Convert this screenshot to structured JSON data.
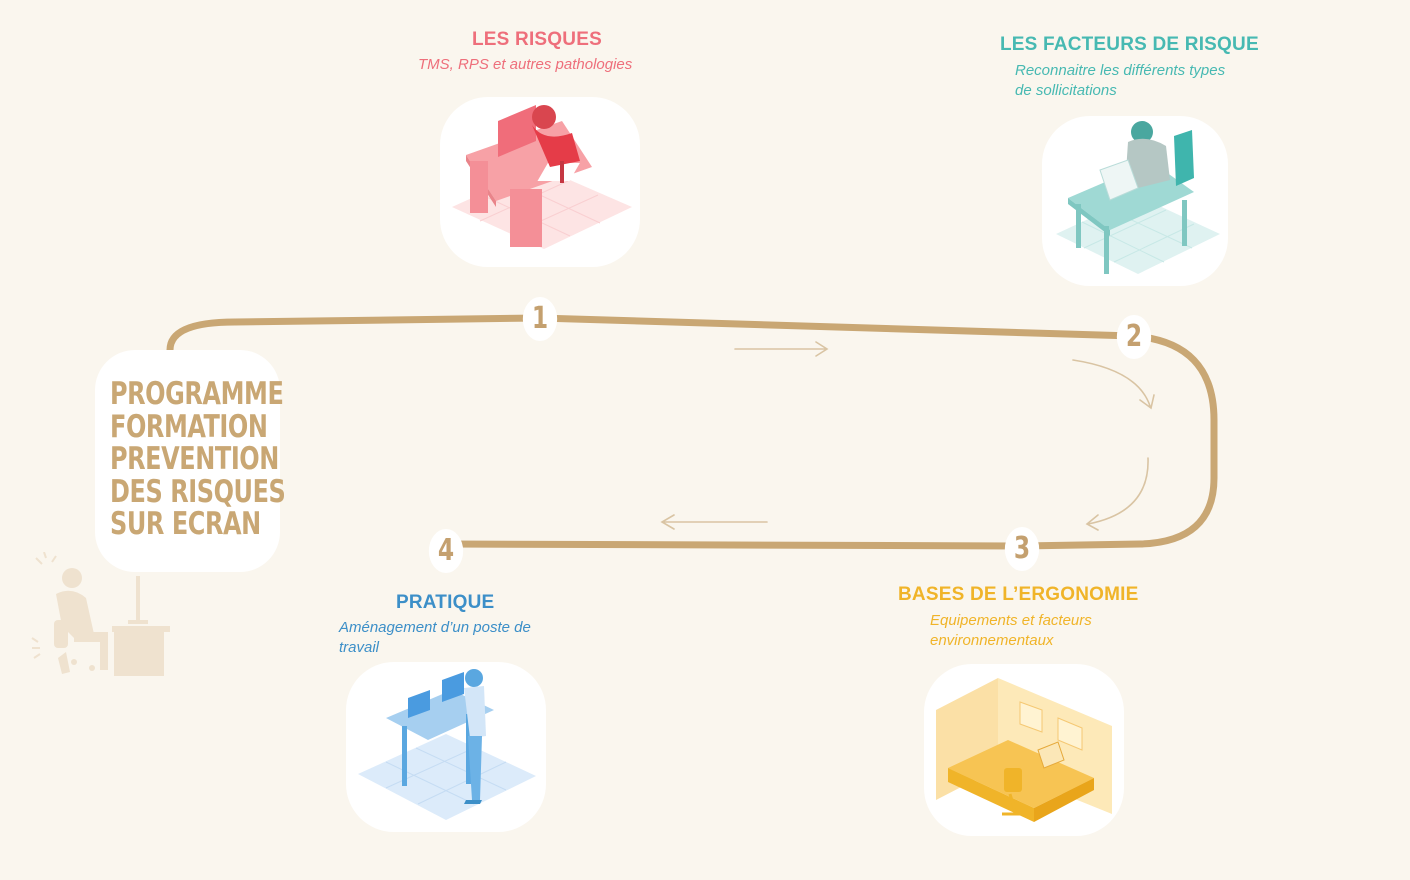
{
  "program": {
    "lines": [
      "PROGRAMME",
      "FORMATION",
      "PREVENTION",
      "DES RISQUES",
      "SUR ECRAN"
    ]
  },
  "steps": [
    {
      "number": "1",
      "title": "LES RISQUES",
      "subtitle_lines": [
        "TMS, RPS et autres pathologies"
      ],
      "color": "#ee6f7b"
    },
    {
      "number": "2",
      "title": "LES FACTEURS DE RISQUE",
      "subtitle_lines": [
        "Reconnaitre les différents types",
        "de sollicitations"
      ],
      "color": "#47b9b2"
    },
    {
      "number": "3",
      "title": "BASES DE L’ERGONOMIE",
      "subtitle_lines": [
        "Equipements et facteurs",
        "environnementaux"
      ],
      "color": "#f0b429"
    },
    {
      "number": "4",
      "title": "PRATIQUE",
      "subtitle_lines": [
        "Aménagement d’un poste de",
        "travail"
      ],
      "color": "#3c8fc8"
    }
  ],
  "colors": {
    "track": "#c9a774",
    "background": "#faf6ee",
    "card": "#ffffff"
  }
}
